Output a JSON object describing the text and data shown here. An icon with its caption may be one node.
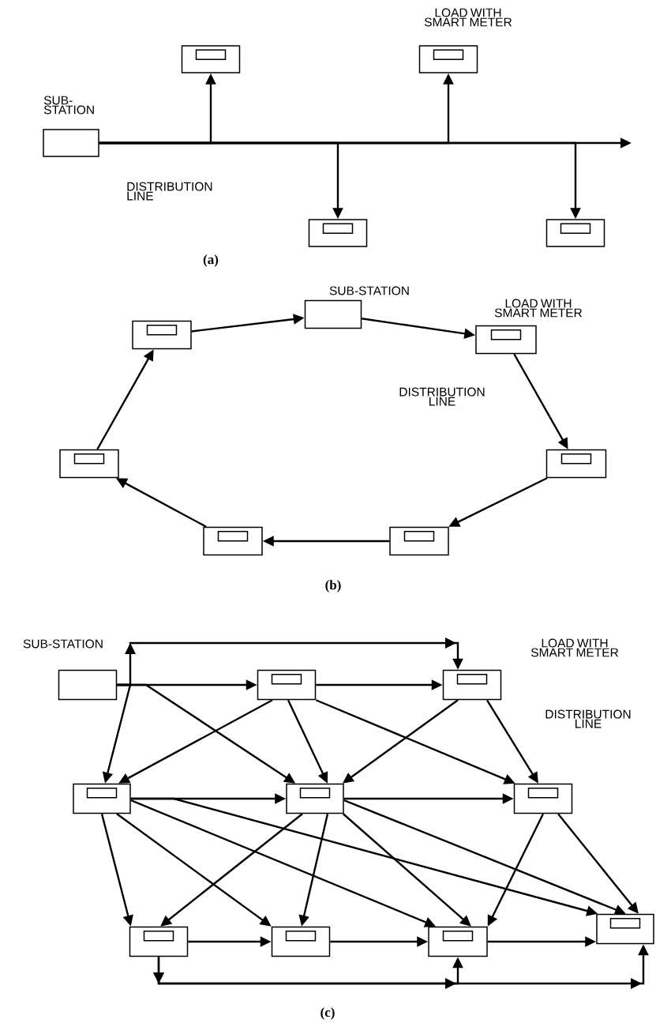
{
  "diagram": {
    "nodes": [
      {
        "text": [],
        "shape": "box"
      },
      {
        "text": [],
        "shape": "meter"
      },
      {
        "text": [],
        "shape": "meter"
      },
      {
        "text": [],
        "shape": "meter"
      },
      {
        "text": [],
        "shape": "meter"
      },
      {
        "text": [],
        "shape": "box"
      },
      {
        "text": [],
        "shape": "meter"
      },
      {
        "text": [],
        "shape": "meter"
      },
      {
        "text": [],
        "shape": "meter"
      },
      {
        "text": [],
        "shape": "meter"
      },
      {
        "text": [],
        "shape": "meter"
      },
      {
        "text": [],
        "shape": "meter"
      },
      {
        "text": [],
        "shape": "box"
      },
      {
        "text": [],
        "shape": "meter"
      },
      {
        "text": [],
        "shape": "meter"
      },
      {
        "text": [],
        "shape": "meter"
      },
      {
        "text": [],
        "shape": "meter"
      },
      {
        "text": [],
        "shape": "meter"
      },
      {
        "text": [],
        "shape": "meter"
      },
      {
        "text": [],
        "shape": "meter"
      },
      {
        "text": [],
        "shape": "meter"
      },
      {
        "text": [],
        "shape": "meter"
      }
    ],
    "edges": [
      {
        "from": 0,
        "to": 1,
        "arrow": "to"
      },
      {
        "from": 0,
        "to": 2,
        "arrow": "to"
      },
      {
        "from": 0,
        "to": 3,
        "arrow": "to"
      },
      {
        "from": 0,
        "to": 4,
        "arrow": "to"
      },
      {
        "from": 0,
        "to": null,
        "arrow": "to"
      },
      {
        "from": 6,
        "to": 5,
        "arrow": "to"
      },
      {
        "from": 5,
        "to": 7,
        "arrow": "to"
      },
      {
        "from": 7,
        "to": 9,
        "arrow": "to"
      },
      {
        "from": 9,
        "to": 11,
        "arrow": "to"
      },
      {
        "from": 11,
        "to": 10,
        "arrow": "to"
      },
      {
        "from": 10,
        "to": 8,
        "arrow": "to"
      },
      {
        "from": 8,
        "to": 6,
        "arrow": "to"
      },
      {
        "from": 12,
        "to": 13,
        "arrow": "to"
      },
      {
        "from": 12,
        "to": 14,
        "arrow": "to"
      },
      {
        "from": 12,
        "to": 15,
        "arrow": "to"
      },
      {
        "from": 12,
        "to": 16,
        "arrow": "to"
      },
      {
        "from": 13,
        "to": 15,
        "arrow": "to"
      },
      {
        "from": 13,
        "to": 16,
        "arrow": "to"
      },
      {
        "from": 13,
        "to": 14,
        "arrow": "to"
      },
      {
        "from": 13,
        "to": 17,
        "arrow": "to"
      },
      {
        "from": 14,
        "to": 16,
        "arrow": "to"
      },
      {
        "from": 14,
        "to": 17,
        "arrow": "to"
      },
      {
        "from": 15,
        "to": 16,
        "arrow": "to"
      },
      {
        "from": 15,
        "to": 18,
        "arrow": "to"
      },
      {
        "from": 15,
        "to": 19,
        "arrow": "to"
      },
      {
        "from": 15,
        "to": 20,
        "arrow": "to"
      },
      {
        "from": 15,
        "to": 21,
        "arrow": "to"
      },
      {
        "from": 16,
        "to": 17,
        "arrow": "to"
      },
      {
        "from": 16,
        "to": 18,
        "arrow": "to"
      },
      {
        "from": 16,
        "to": 19,
        "arrow": "to"
      },
      {
        "from": 16,
        "to": 20,
        "arrow": "to"
      },
      {
        "from": 16,
        "to": 21,
        "arrow": "to"
      },
      {
        "from": 17,
        "to": 20,
        "arrow": "to"
      },
      {
        "from": 17,
        "to": 21,
        "arrow": "to"
      },
      {
        "from": 18,
        "to": 19,
        "arrow": "to"
      },
      {
        "from": 19,
        "to": 20,
        "arrow": "to"
      },
      {
        "from": 20,
        "to": 21,
        "arrow": "to"
      },
      {
        "from": 18,
        "to": 20,
        "arrow": "to"
      },
      {
        "from": 18,
        "to": 21,
        "arrow": "to"
      }
    ],
    "labels": [
      "LOAD WITH SMART METER",
      "SUB-STATION",
      "DISTRIBUTION LINE",
      "(a)",
      "SUB-STATION",
      "LOAD WITH SMART METER",
      "DISTRIBUTION LINE",
      "(b)",
      "SUB-STATION",
      "LOAD WITH SMART METER",
      "DISTRIBUTION LINE",
      "(c)"
    ]
  }
}
